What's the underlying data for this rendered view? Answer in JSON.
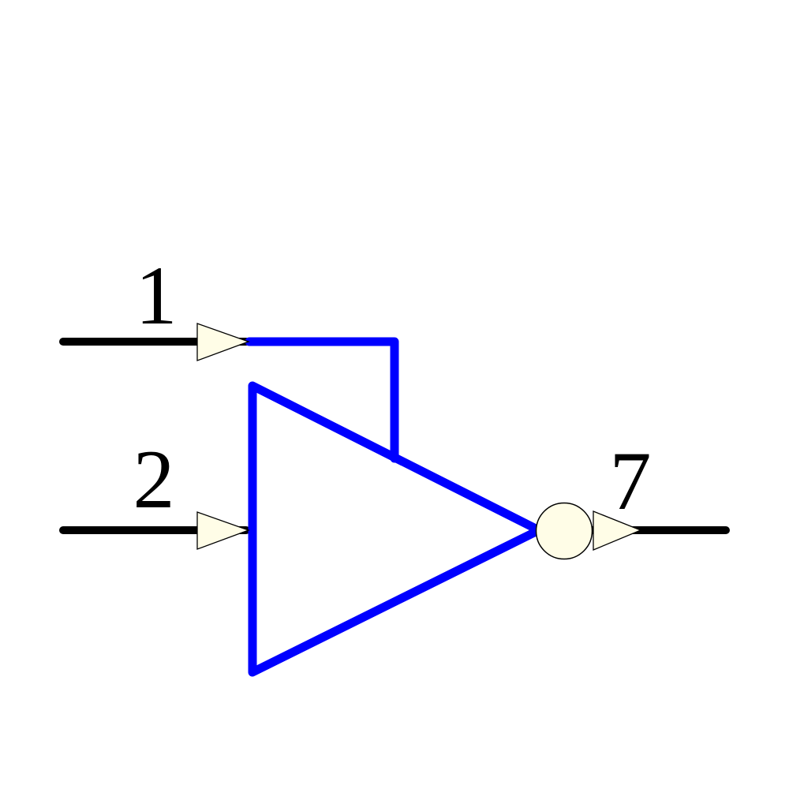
{
  "schematic": {
    "symbol": "inverting-buffer-gate",
    "pins": [
      {
        "id": "input-1",
        "number": "1"
      },
      {
        "id": "input-2",
        "number": "2"
      },
      {
        "id": "output-7",
        "number": "7"
      }
    ],
    "colors": {
      "symbol_stroke": "#0000FF",
      "pin_fill": "#FFFDE7",
      "wire_stroke": "#000000",
      "text": "#000000",
      "background": "#FFFFFF"
    }
  }
}
